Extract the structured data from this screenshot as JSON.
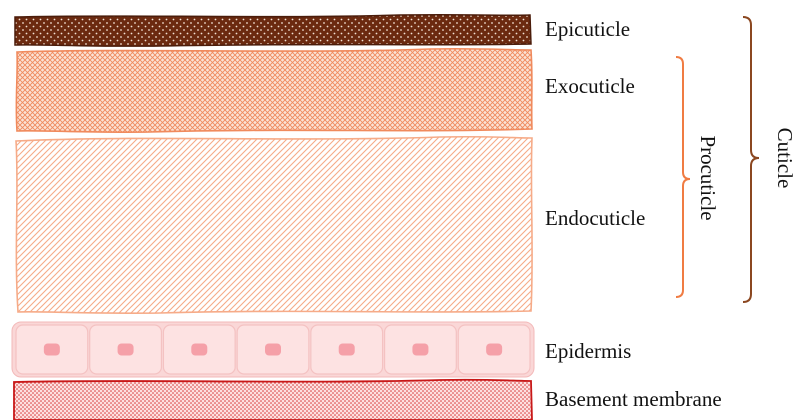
{
  "layers": {
    "epicuticle": "Epicuticle",
    "exocuticle": "Exocuticle",
    "endocuticle": "Endocuticle",
    "epidermis": "Epidermis",
    "basement_membrane": "Basement membrane"
  },
  "brackets": {
    "procuticle": "Procuticle",
    "cuticle": "Cuticle"
  },
  "epidermis_cell_count": 7,
  "colors": {
    "epicuticle": "#6b2a10",
    "exocuticle": "#f08a5d",
    "endocuticle": "#f6ab88",
    "epidermis_fill": "#fad7d7",
    "epidermis_cell": "#fde2e2",
    "epidermis_nucleus": "#f5a0a8",
    "basement": "#c81818",
    "procuticle_bracket": "#f07c43",
    "cuticle_bracket": "#8b4720"
  }
}
